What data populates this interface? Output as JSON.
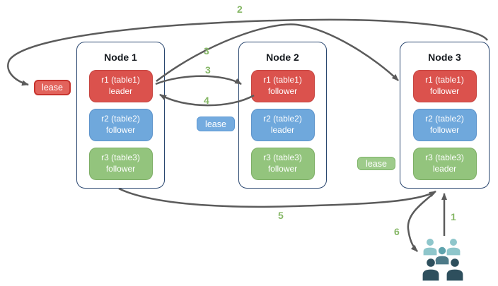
{
  "nodes": [
    {
      "title": "Node 1",
      "replicas": [
        {
          "name": "r1 (table1)",
          "role": "leader",
          "color": "red"
        },
        {
          "name": "r2 (table2)",
          "role": "follower",
          "color": "blue"
        },
        {
          "name": "r3 (table3)",
          "role": "follower",
          "color": "green"
        }
      ]
    },
    {
      "title": "Node 2",
      "replicas": [
        {
          "name": "r1 (table1)",
          "role": "follower",
          "color": "red"
        },
        {
          "name": "r2 (table2)",
          "role": "leader",
          "color": "blue"
        },
        {
          "name": "r3 (table3)",
          "role": "follower",
          "color": "green"
        }
      ]
    },
    {
      "title": "Node 3",
      "replicas": [
        {
          "name": "r1 (table1)",
          "role": "follower",
          "color": "red"
        },
        {
          "name": "r2 (table2)",
          "role": "follower",
          "color": "blue"
        },
        {
          "name": "r3 (table3)",
          "role": "leader",
          "color": "green"
        }
      ]
    }
  ],
  "leases": [
    {
      "label": "lease",
      "color": "red"
    },
    {
      "label": "lease",
      "color": "blue"
    },
    {
      "label": "lease",
      "color": "green"
    }
  ],
  "steps": {
    "s1": "1",
    "s2": "2",
    "s3a": "3",
    "s3b": "3",
    "s4": "4",
    "s5": "5",
    "s6": "6"
  },
  "icons": {
    "users": "users-icon"
  },
  "colors": {
    "replica_red": "#db524d",
    "replica_blue": "#6fa8dc",
    "replica_green": "#93c47d",
    "node_border": "#28456e",
    "arrow": "#5b5b5b",
    "step_label": "#85b765",
    "lease_red_fill": "#e2635c",
    "lease_red_border": "#c8342e",
    "lease_blue_fill": "#74abdf",
    "lease_green_fill": "#9ecb8b",
    "users_light_teal": "#8ec6cb",
    "users_mid_teal": "#5fa3ad",
    "users_mid_slate": "#4d7a88",
    "users_dark_slate": "#2e4f5d"
  }
}
